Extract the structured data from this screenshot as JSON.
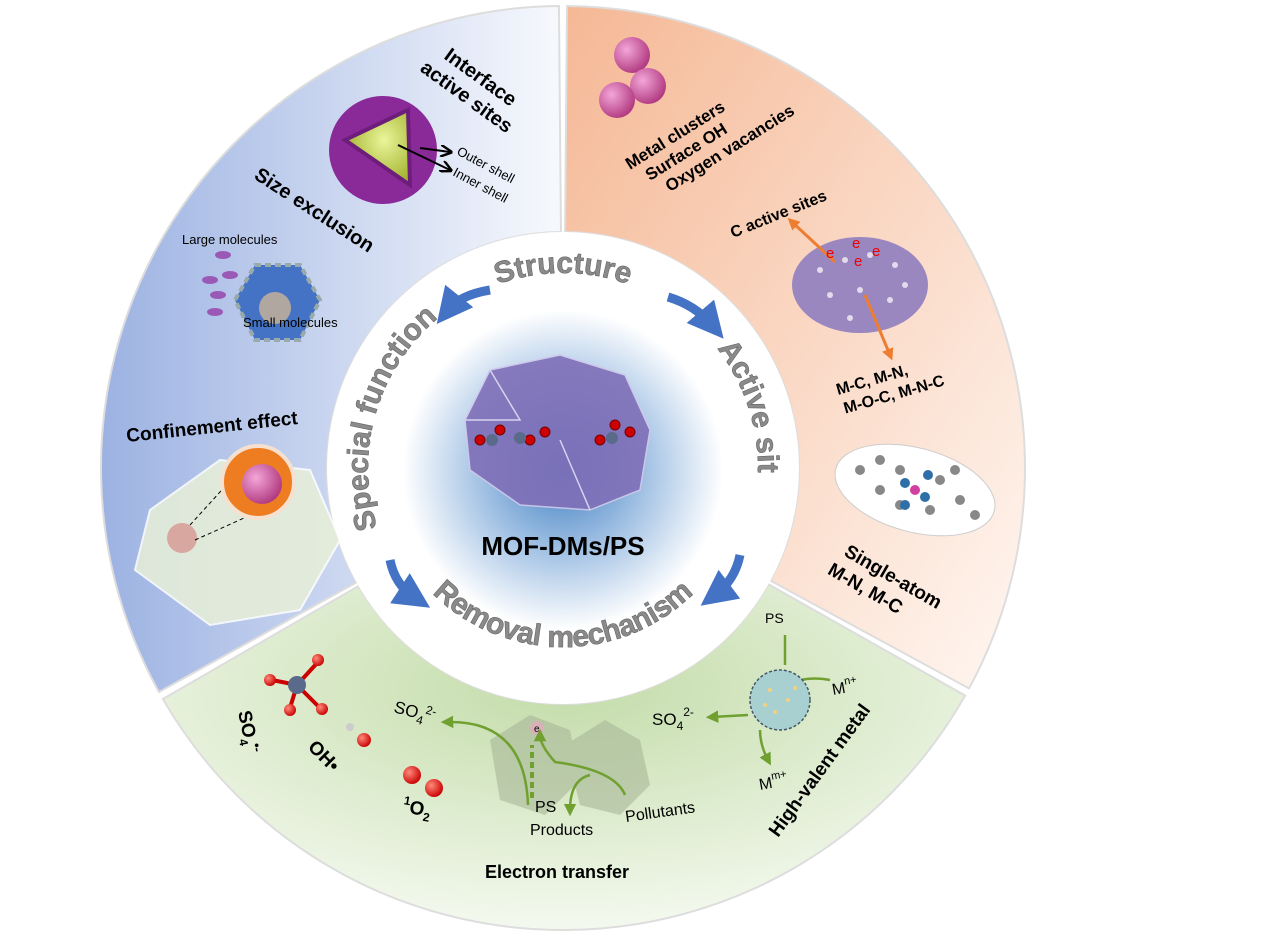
{
  "center": {
    "title": "MOF-DMs/PS"
  },
  "ring_labels": {
    "structure": "Structure",
    "special_function": "Special function",
    "active_sites": "Active sites",
    "removal_mechanism": "Removal mechanism"
  },
  "special_function_panel": {
    "interface_line1": "Interface",
    "interface_line2": "active sites",
    "outer_shell": "Outer shell",
    "inner_shell": "Inner shell",
    "size_exclusion": "Size exclusion",
    "large_molecules": "Large molecules",
    "small_molecules": "Small molecules",
    "confinement_effect": "Confinement effect"
  },
  "active_sites_panel": {
    "metal_clusters": "Metal clusters",
    "surface_oh": "Surface OH",
    "oxygen_vacancies": "Oxygen vacancies",
    "c_active_sites": "C active sites",
    "electron_symbol": "e",
    "mc_line1": "M-C, M-N,",
    "mc_line2": "M-O-C, M-N-C",
    "single_atom_line1": "Single-atom",
    "single_atom_line2": "M-N, M-C"
  },
  "removal_panel": {
    "so4_radical": "SO",
    "so4_radical_sub": "4",
    "so4_radical_sup": "•-",
    "oh_radical": "OH•",
    "singlet_o2_sup": "1",
    "singlet_o2": "O",
    "singlet_o2_sub": "2",
    "so4_ion": "SO",
    "so4_ion_sub": "4",
    "so4_ion_sup": "2-",
    "electron": "e",
    "ps": "PS",
    "products": "Products",
    "pollutants": "Pollutants",
    "electron_transfer": "Electron transfer",
    "so4_ion_right": "SO",
    "so4_ion_right_sub": "4",
    "so4_ion_right_sup": "2-",
    "ps_right": "PS",
    "mn": "M",
    "mn_sup": "n+",
    "mm": "M",
    "mm_sup": "m+",
    "high_valent_metal": "High-valent metal"
  },
  "colors": {
    "special_function_panel": "#a9bce6",
    "active_sites_panel": "#f7c7aa",
    "removal_panel": "#cfe4bd",
    "arrow_blue": "#4472c4",
    "arrow_orange": "#ed7d31",
    "arrow_green": "#70a030",
    "ring_text": "#8a8a8a"
  }
}
